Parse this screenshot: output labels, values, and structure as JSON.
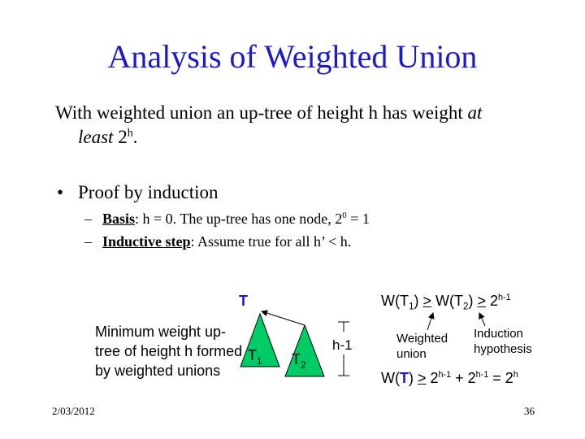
{
  "title": "Analysis of Weighted Union",
  "intro": {
    "line1_text": "With weighted union an up-tree of height h has weight ",
    "line1_italic": "at",
    "line2_italic": "least",
    "line2_base": "2",
    "line2_sup": "h",
    "line2_end": "."
  },
  "bullet": {
    "symbol": "•",
    "text": "Proof by induction",
    "basis": {
      "dash": "–",
      "label": "Basis",
      "text": ": h = 0. The up-tree has one node, 2",
      "sup": "0",
      "end": " = 1"
    },
    "inductive": {
      "dash": "–",
      "label": "Inductive step",
      "text": ": Assume true for all h’ < h."
    }
  },
  "diagram": {
    "root_label": "T",
    "t1_base": "T",
    "t1_sub": "1",
    "t2_base": "T",
    "t2_sub": "2",
    "height_label": "h-1",
    "tree_color": "#00cc66",
    "root_color": "#1a1acc"
  },
  "min_weight_text": "Minimum weight up-tree of height h formed by weighted unions",
  "eq1": {
    "w1": "W(T",
    "s1": "1",
    "c1": ") ",
    "ge1": ">",
    "w2": " W(T",
    "s2": "2",
    "c2": ") ",
    "ge2": ">",
    "p": " 2",
    "sup": "h-1"
  },
  "notes": {
    "weighted": "Weighted union",
    "induction": "Induction hypothesis"
  },
  "eq2": {
    "w": "W(",
    "t": "T",
    "c": ") ",
    "ge": ">",
    "p1": " 2",
    "sup1": "h-1",
    "plus": " + 2",
    "sup2": "h-1",
    "eq": " = 2",
    "sup3": "h"
  },
  "footer": {
    "date": "2/03/2012",
    "page": "36"
  }
}
